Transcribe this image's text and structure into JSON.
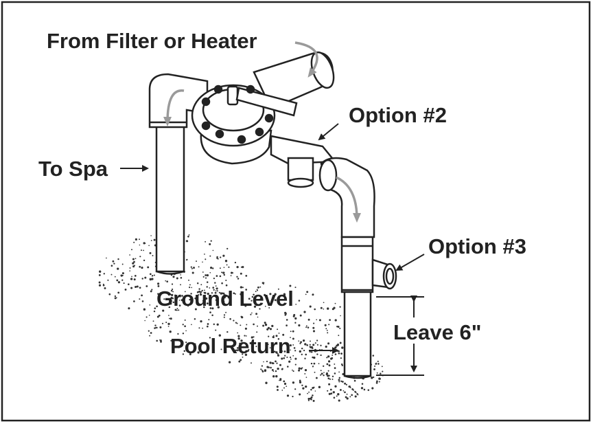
{
  "labels": {
    "from_filter": "From Filter or Heater",
    "option2": "Option #2",
    "to_spa": "To Spa",
    "option3": "Option #3",
    "ground_level": "Ground Level",
    "leave": "Leave 6\"",
    "pool_return": "Pool Return"
  },
  "colors": {
    "line": "#222222",
    "flow_arrow": "#9a9a9a",
    "background": "#ffffff"
  }
}
